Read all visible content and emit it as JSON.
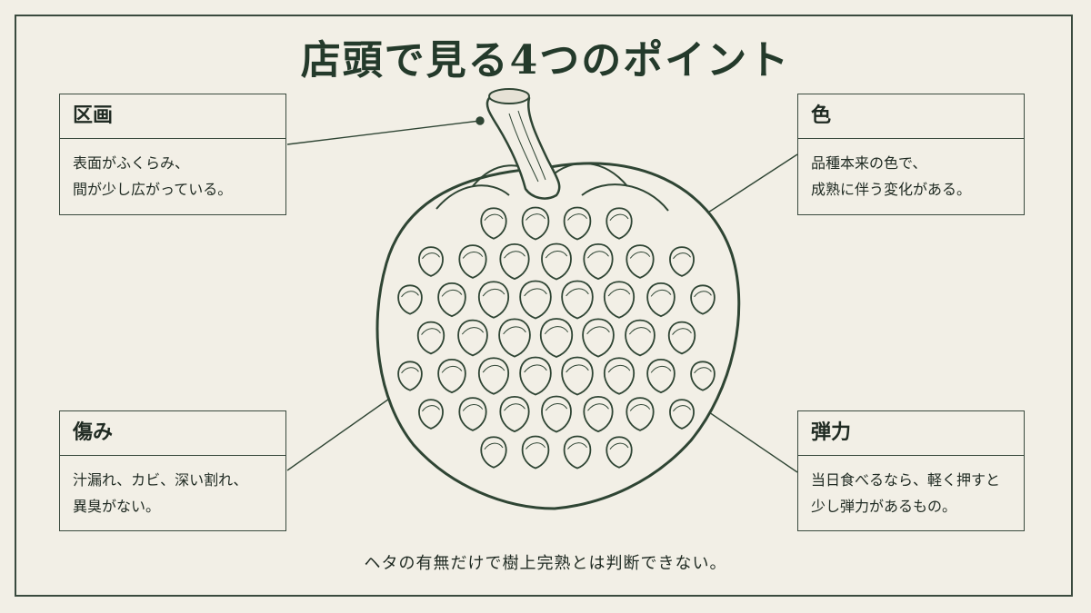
{
  "title": "店頭で見る4つのポイント",
  "points": {
    "kukaku": {
      "heading": "区画",
      "lines": [
        "表面がふくらみ、",
        "間が少し広がっている。"
      ]
    },
    "iro": {
      "heading": "色",
      "lines": [
        "品種本来の色で、",
        "成熟に伴う変化がある。"
      ]
    },
    "kizu": {
      "heading": "傷み",
      "lines": [
        "汁漏れ、カビ、深い割れ、",
        "異臭がない。"
      ]
    },
    "danryoku": {
      "heading": "弾力",
      "lines": [
        "当日食べるなら、軽く押すと",
        "少し弾力があるもの。"
      ]
    }
  },
  "caption": "ヘタの有無だけで樹上完熟とは判断できない。",
  "colors": {
    "ink": "#2f4534",
    "background": "#f2efe6",
    "title": "#243a2b"
  },
  "illustration": "sugar-apple-fruit"
}
